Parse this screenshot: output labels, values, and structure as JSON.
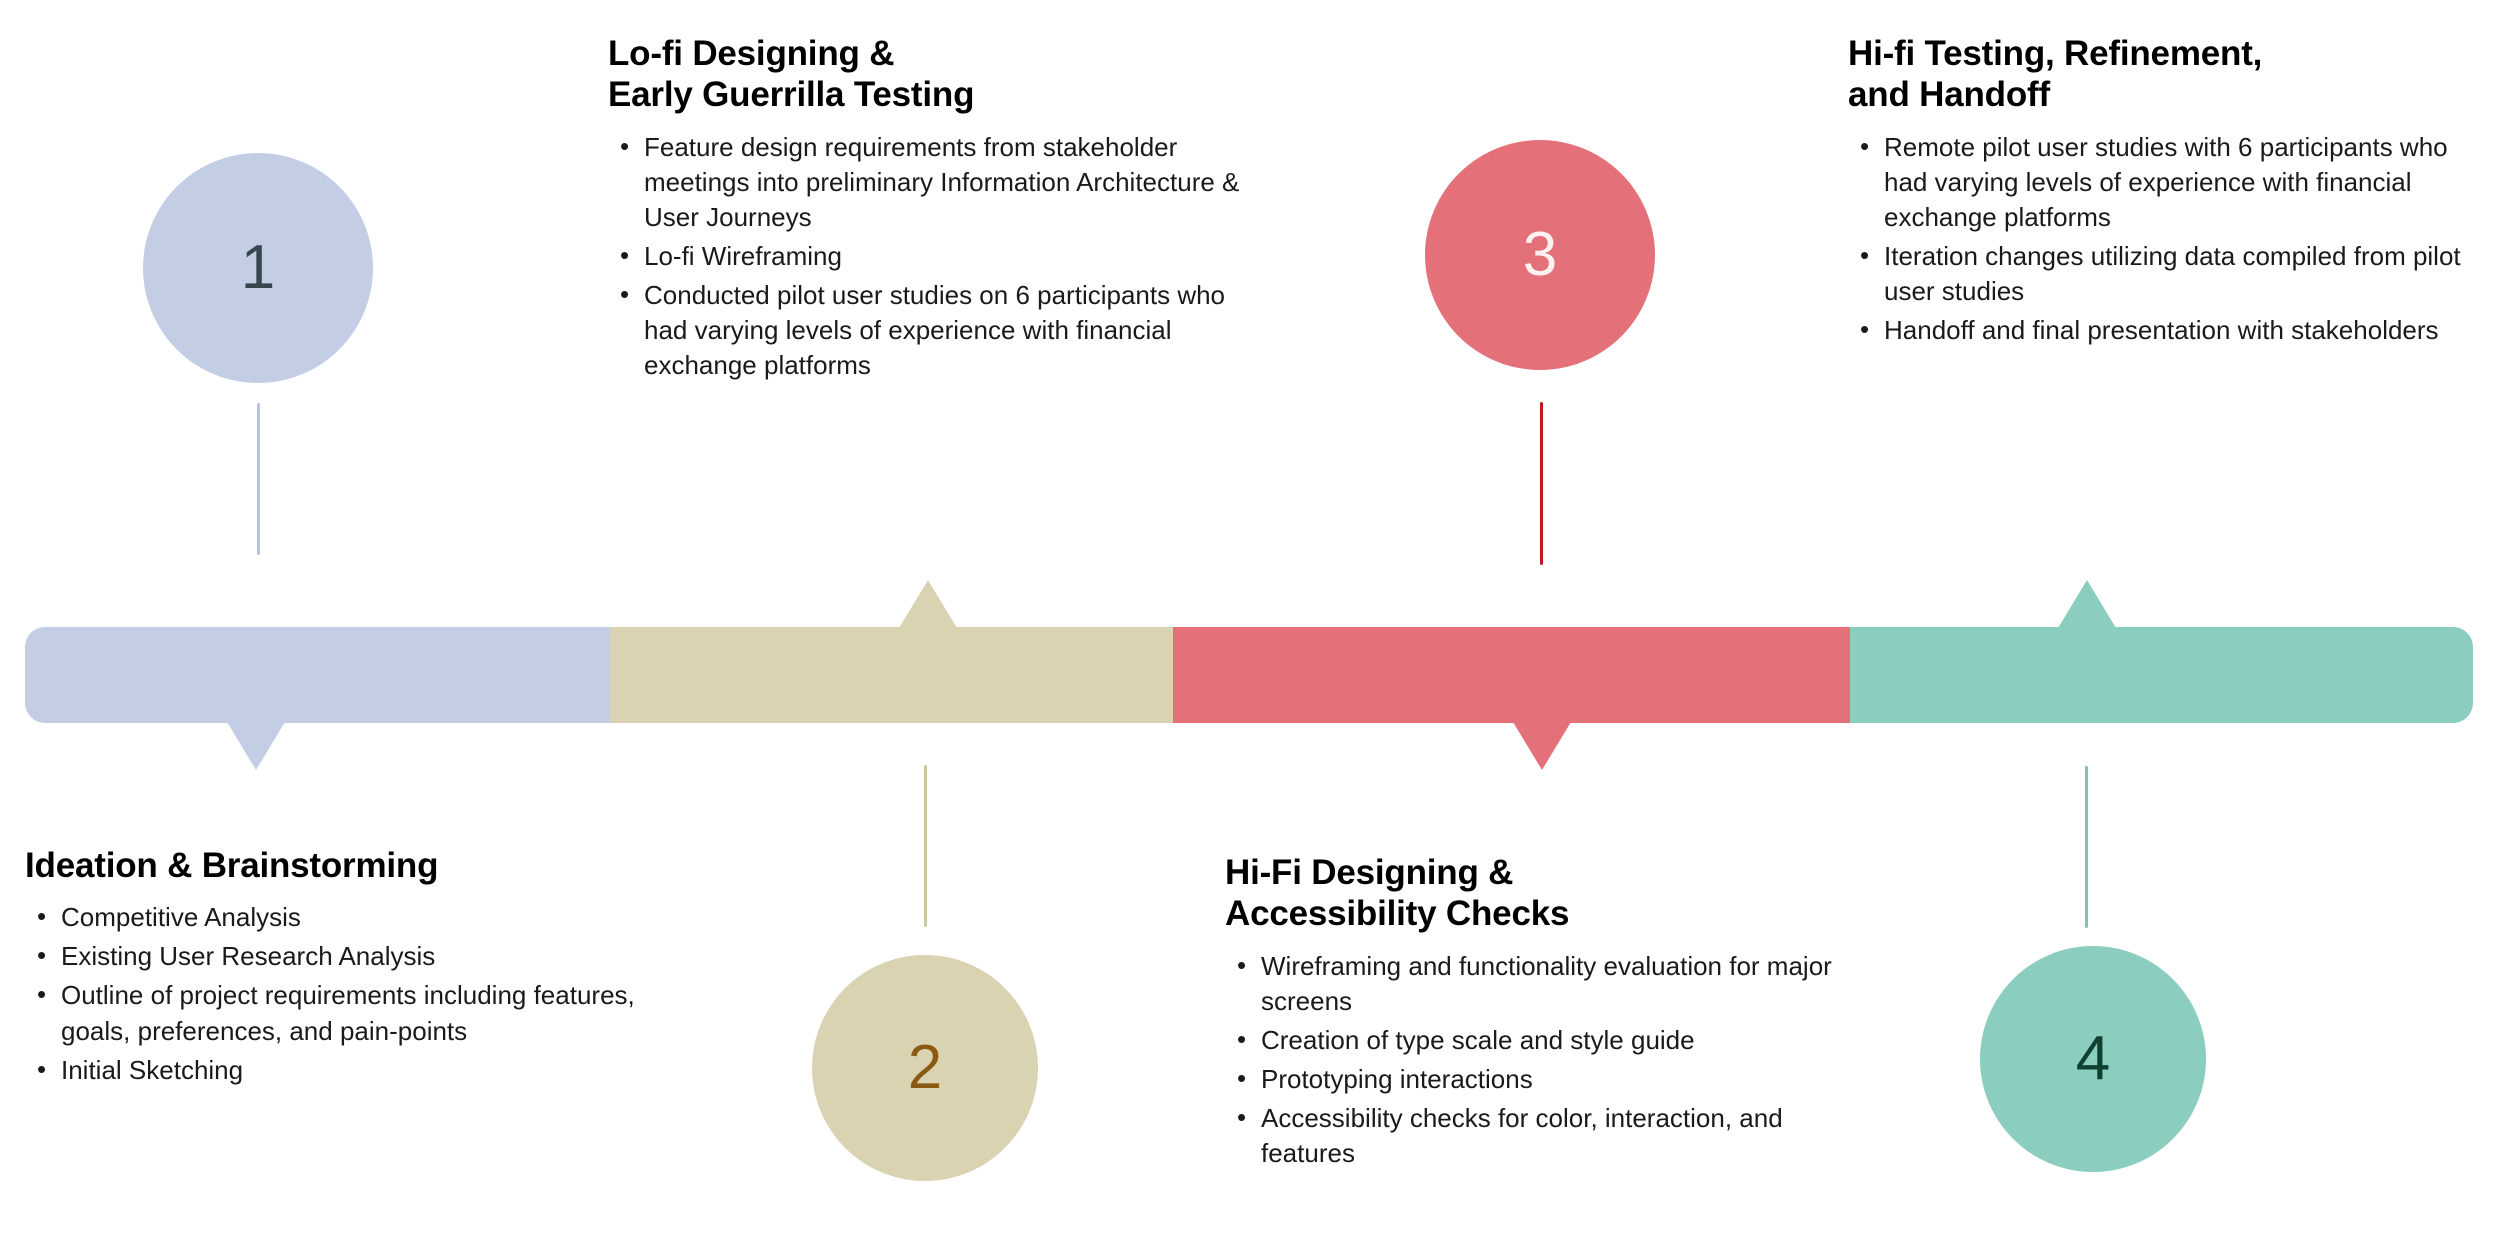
{
  "diagram": {
    "type": "horizontal-timeline",
    "title_text": "",
    "orientation": "horizontal",
    "step_count": 4
  },
  "palette": {
    "step1_fill": "#c3cee5",
    "step1_number": "#37474f",
    "step1_stem": "#b8c4de",
    "step2_fill": "#d9d3b2",
    "step2_number": "#8a5a13",
    "step2_stem": "#cdc7a4",
    "step3_fill": "#e4717a",
    "step3_number": "#fdf2f0",
    "step3_stem": "#c01922",
    "step4_fill": "#8bcdbf",
    "step4_number": "#10402f",
    "step4_stem": "#7cc4b5",
    "text": "#1a1a1a",
    "background": "#ffffff"
  },
  "steps": [
    {
      "number": "1",
      "title": "Ideation & Brainstorming",
      "position": "below",
      "bullets": [
        "Competitive Analysis",
        "Existing User Research Analysis",
        "Outline of project requirements including features, goals, preferences, and pain-points",
        "Initial Sketching"
      ]
    },
    {
      "number": "2",
      "title_line1": "Lo-fi Designing &",
      "title_line2": "Early Guerrilla Testing",
      "position": "above",
      "bullets": [
        "Feature design requirements from stakeholder meetings into preliminary Information Architecture & User Journeys",
        "Lo-fi Wireframing",
        "Conducted pilot user studies on 6 participants who had varying levels of experience with financial exchange platforms"
      ]
    },
    {
      "number": "3",
      "title_line1": "Hi-Fi Designing &",
      "title_line2": "Accessibility Checks",
      "position": "below",
      "bullets": [
        "Wireframing and functionality evaluation for major screens",
        "Creation of type scale and style guide",
        "Prototyping interactions",
        "Accessibility checks for color, interaction, and features"
      ]
    },
    {
      "number": "4",
      "title_line1": "Hi-fi Testing, Refinement,",
      "title_line2": "and Handoff",
      "position": "above",
      "bullets": [
        "Remote pilot user studies with 6 participants who had varying levels of experience with financial exchange platforms",
        "Iteration changes utilizing data compiled from pilot user studies",
        "Handoff and final presentation with stakeholders"
      ]
    }
  ]
}
